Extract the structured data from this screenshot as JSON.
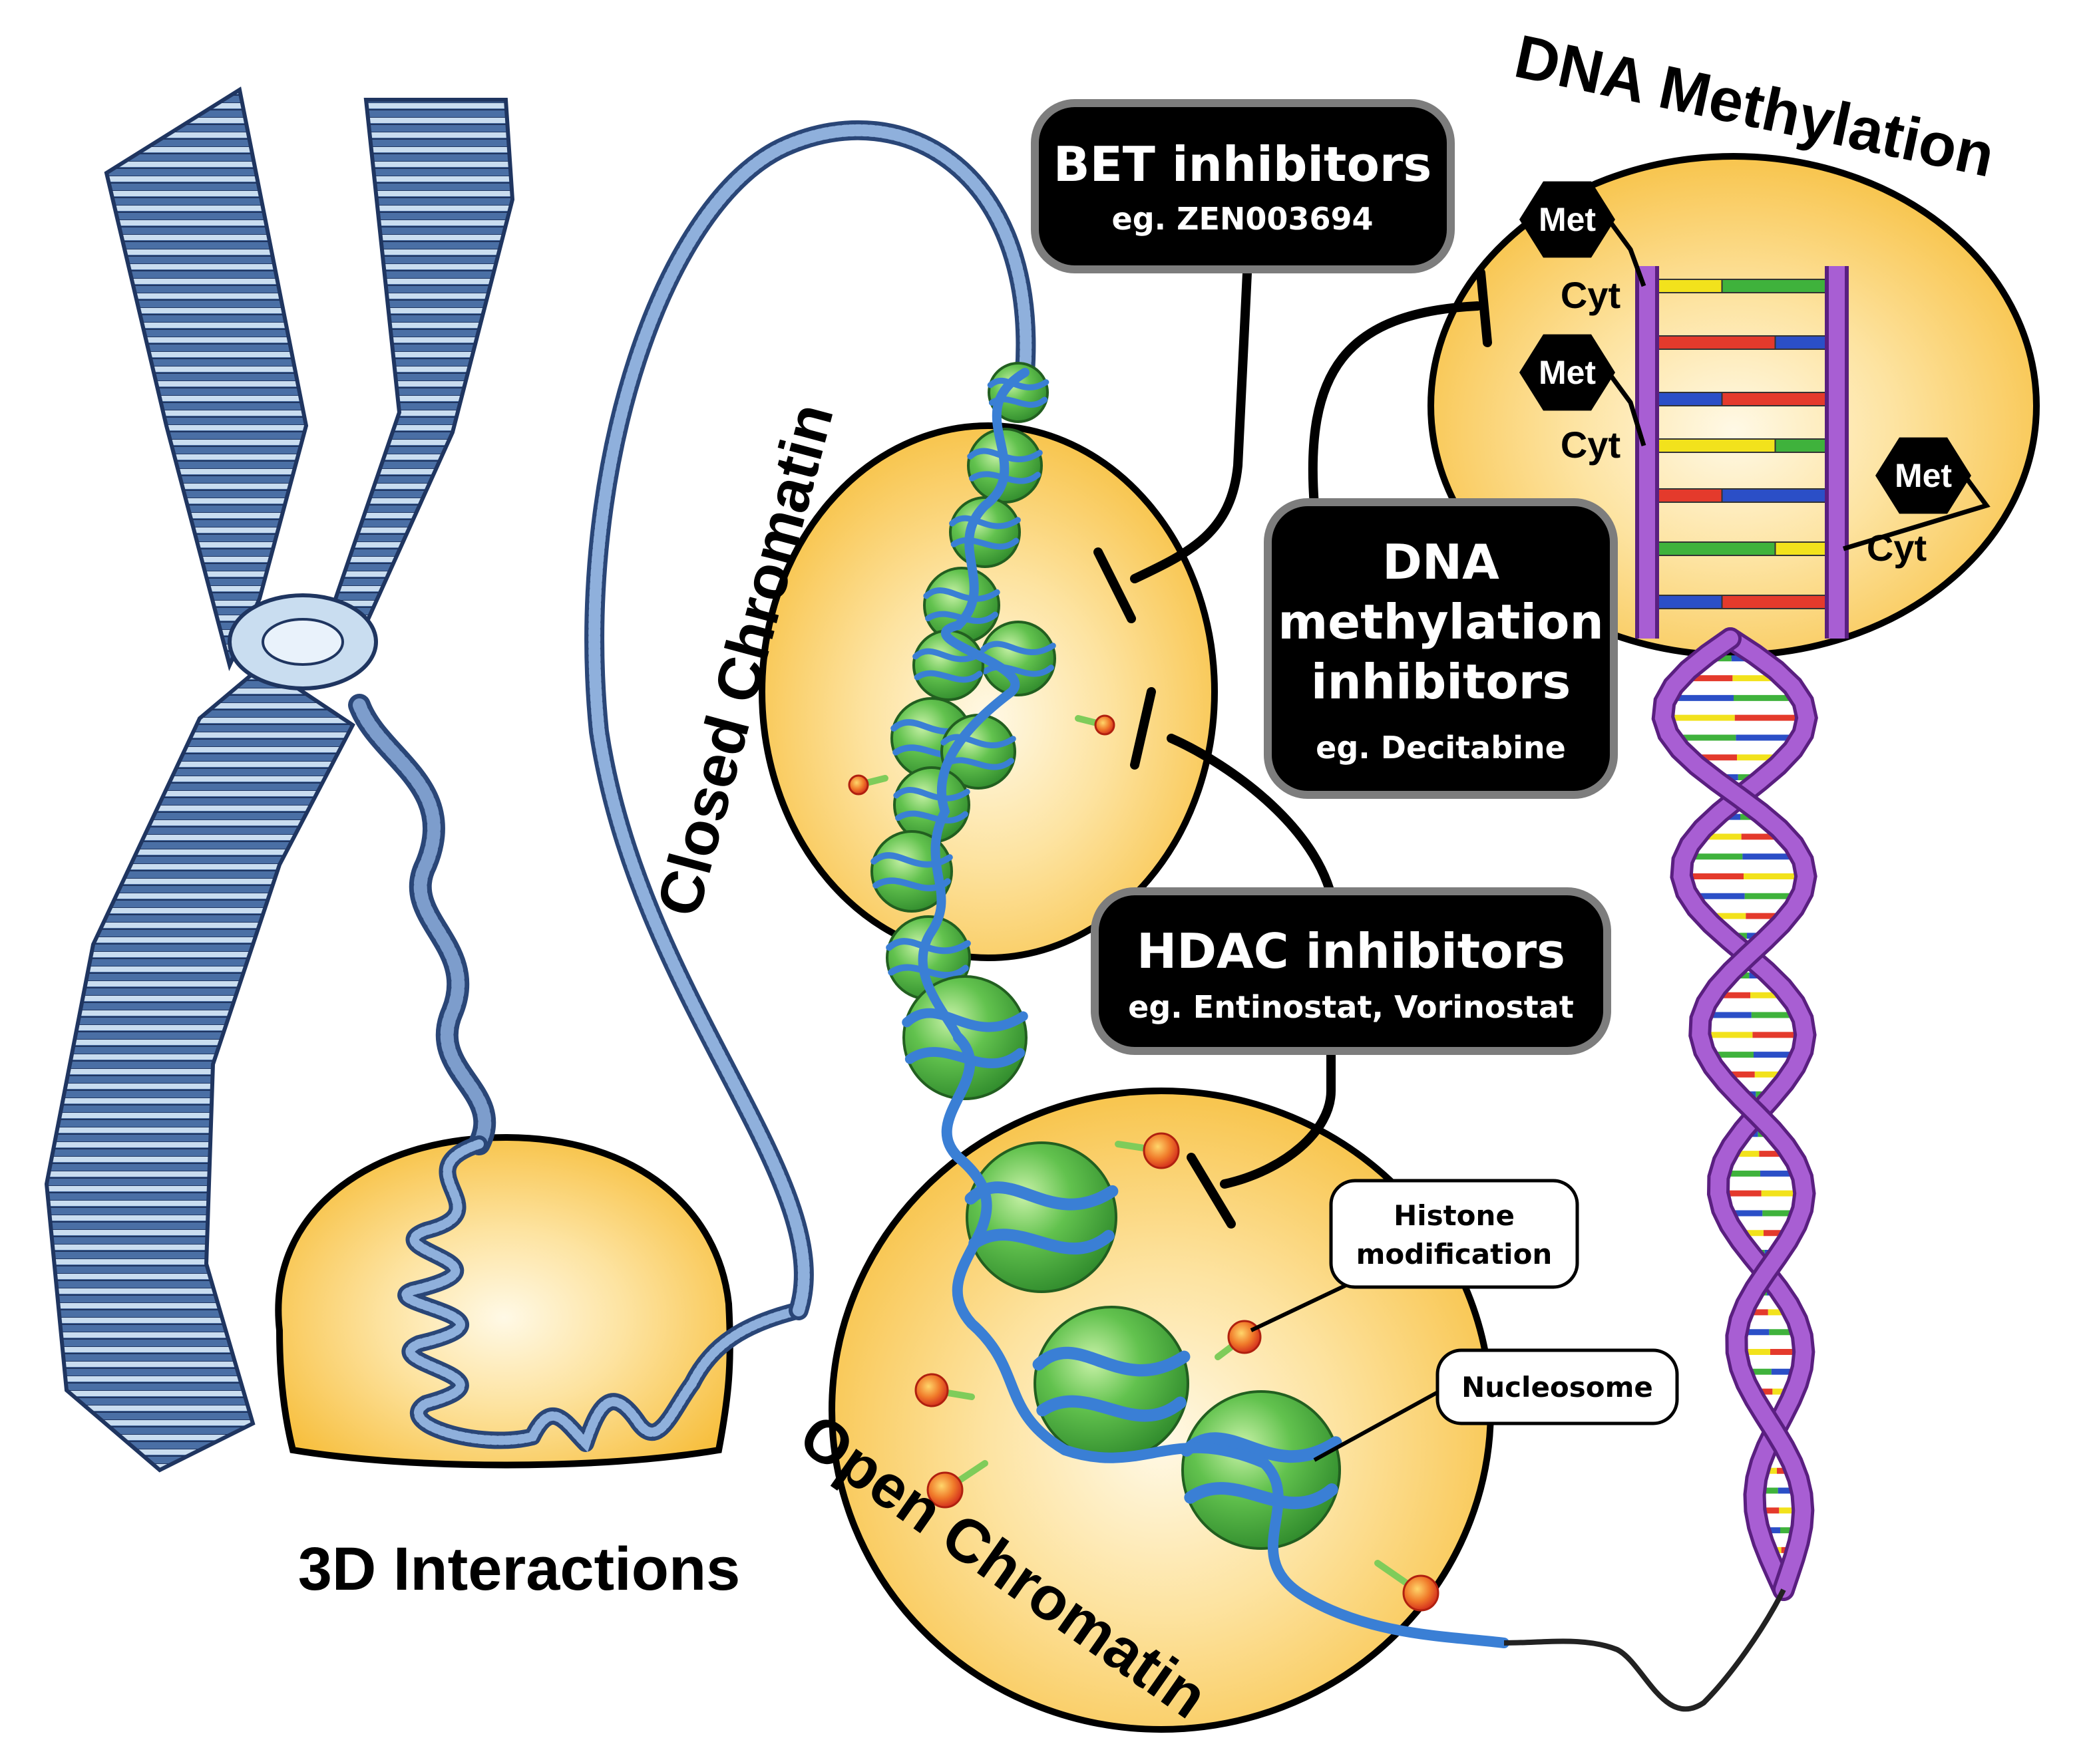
{
  "labels": {
    "three_d": "3D Interactions",
    "closed": "Closed Chromatin",
    "open": "Open Chromatin",
    "dna_methylation": "DNA Methylation",
    "histone_mod": [
      "Histone",
      "modification"
    ],
    "nucleosome": "Nucleosome"
  },
  "inhibitors": {
    "bet": {
      "title": "BET inhibitors",
      "example": "eg. ZEN003694"
    },
    "dnmt": {
      "title": [
        "DNA",
        "methylation",
        "inhibitors"
      ],
      "example": "eg. Decitabine"
    },
    "hdac": {
      "title": "HDAC inhibitors",
      "example": "eg. Entinostat, Vorinostat"
    }
  },
  "methylation_marks": [
    {
      "met": "Met",
      "cyt": "Cyt"
    },
    {
      "met": "Met",
      "cyt": "Cyt"
    },
    {
      "met": "Met",
      "cyt": "Cyt"
    }
  ],
  "colors": {
    "cell_fill": "#f9c84a",
    "cell_center": "#fff7dc",
    "chromosome_blue": "#4a6fa5",
    "chromosome_light": "#c6dcef",
    "nucleosome_green": "#4fb84a",
    "dna_blue": "#3a7fd5",
    "helix_purple": "#9b4fc4",
    "mod_red": "#e8452a",
    "box_black": "#000000",
    "box_border": "#7d7d7d"
  }
}
